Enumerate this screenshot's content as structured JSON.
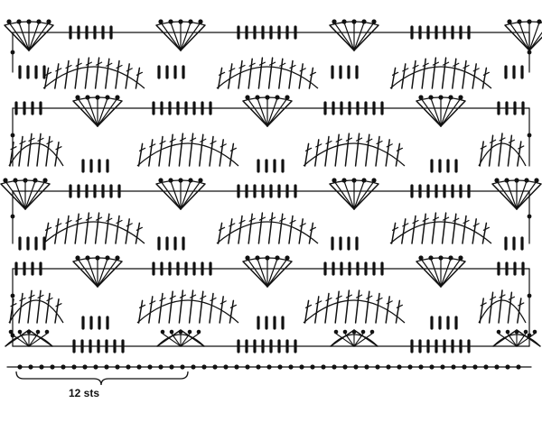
{
  "diagram": {
    "repeat_label": "12 sts",
    "ink_color": "#111111",
    "background": "#ffffff",
    "symbols": [
      "chain-stitch",
      "single-crochet",
      "double-crochet",
      "fan",
      "arch"
    ]
  }
}
